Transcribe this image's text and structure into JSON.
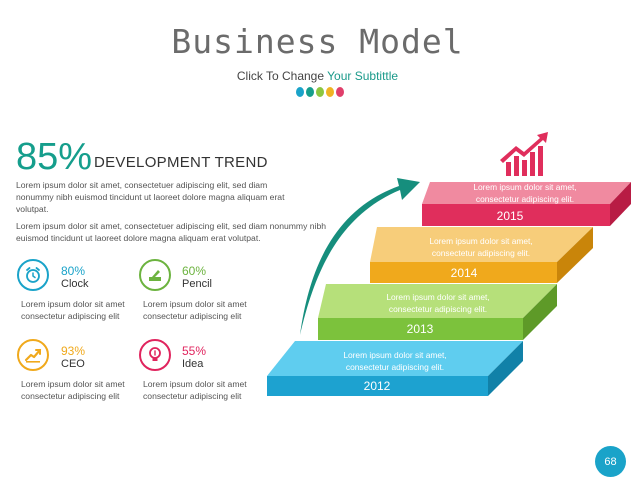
{
  "header": {
    "title": "Business Model",
    "subtitle_prefix": "Click To Change ",
    "subtitle_highlight": "Your Subtittle",
    "dot_colors": [
      "#1aa3c9",
      "#159e8c",
      "#8cc63f",
      "#f0b323",
      "#e03f6b"
    ]
  },
  "summary": {
    "percent": "85%",
    "heading": "DEVELOPMENT TREND",
    "paragraph_1": "Lorem ipsum dolor sit amet, consectetuer adipiscing elit, sed diam nonummy nibh euismod tincidunt ut laoreet dolore magna aliquam erat volutpat.",
    "paragraph_2": "Lorem ipsum dolor sit amet, consectetuer adipiscing elit, sed diam nonummy nibh euismod tincidunt ut laoreet dolore magna aliquam erat volutpat."
  },
  "kpis": [
    {
      "percent": "80%",
      "label": "Clock",
      "text": "Lorem ipsum dolor sit amet consectetur adipiscing elit",
      "color": "#1aa3c9",
      "icon": "alarm-clock-icon"
    },
    {
      "percent": "60%",
      "label": "Pencil",
      "text": "Lorem ipsum dolor sit amet consectetur adipiscing elit",
      "color": "#6cb33f",
      "icon": "pencil-icon"
    },
    {
      "percent": "93%",
      "label": "CEO",
      "text": "Lorem ipsum dolor sit amet consectetur adipiscing elit",
      "color": "#f0a91c",
      "icon": "ceo-chart-icon"
    },
    {
      "percent": "55%",
      "label": "Idea",
      "text": "Lorem ipsum dolor sit amet consectetur adipiscing elit",
      "color": "#e0245e",
      "icon": "lightbulb-icon"
    }
  ],
  "steps": [
    {
      "year": "2012",
      "text_line1": "Lorem ipsum dolor sit amet,",
      "text_line2": "consectetur adipiscing elit.",
      "color_top": "#5fcdef",
      "color_front": "#1da2d0",
      "color_side": "#1181a8"
    },
    {
      "year": "2013",
      "text_line1": "Lorem ipsum dolor sit amet,",
      "text_line2": "consectetur adipiscing elit.",
      "color_top": "#b6e07a",
      "color_front": "#7cc23c",
      "color_side": "#5e9a28"
    },
    {
      "year": "2014",
      "text_line1": "Lorem ipsum dolor sit amet,",
      "text_line2": "consectetur adipiscing elit.",
      "color_top": "#f7cd7a",
      "color_front": "#f0a91c",
      "color_side": "#c9850a"
    },
    {
      "year": "2015",
      "text_line1": "Lorem ipsum dolor sit amet,",
      "text_line2": "consectetur adipiscing elit.",
      "color_top": "#f08aa0",
      "color_front": "#e02e5c",
      "color_side": "#b81c44"
    }
  ],
  "graphics": {
    "arrow_color": "#168e7d",
    "growth_icon_color": "#e02e5c"
  },
  "page_number": "68"
}
